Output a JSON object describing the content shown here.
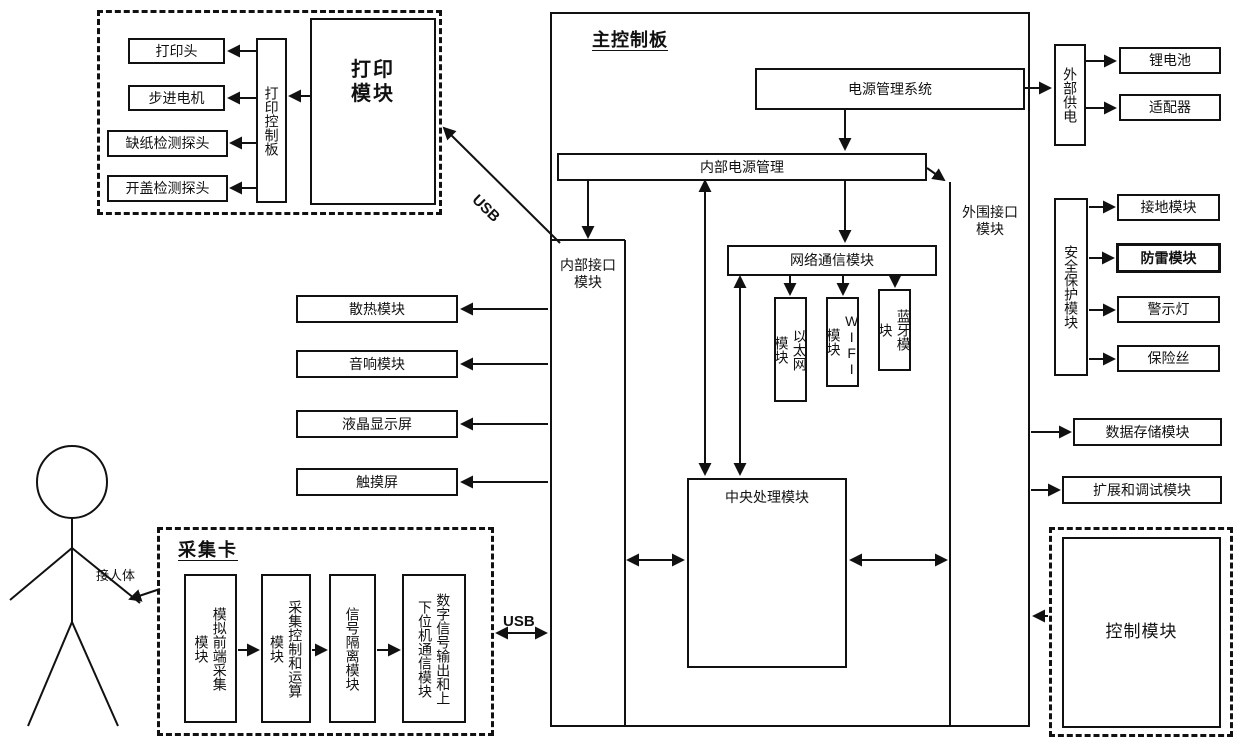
{
  "printer": {
    "print_head": "打印头",
    "stepper_motor": "步进电机",
    "paper_out_sensor": "缺纸检测探头",
    "cover_open_sensor": "开盖检测探头",
    "control_board": "打印控制板",
    "module": "打印模块"
  },
  "main_board": {
    "title": "主控制板",
    "power_mgmt": "电源管理系统",
    "internal_power": "内部电源管理",
    "internal_interface": "内部接口模块",
    "peripheral_interface": "外围接口模块",
    "network": "网络通信模块",
    "ethernet": "以太网模块",
    "wifi": "WIFI模块",
    "bluetooth": "蓝牙模块",
    "cpu": "中央处理模块"
  },
  "peripherals": {
    "cooling": "散热模块",
    "audio": "音响模块",
    "lcd": "液晶显示屏",
    "touchscreen": "触摸屏"
  },
  "power": {
    "external": "外部供电",
    "battery": "锂电池",
    "adapter": "适配器"
  },
  "safety": {
    "module": "安全保护模块",
    "grounding": "接地模块",
    "lightning": "防雷模块",
    "warning_light": "警示灯",
    "fuse": "保险丝"
  },
  "right": {
    "storage": "数据存储模块",
    "expansion": "扩展和调试模块",
    "control": "控制模块"
  },
  "acquisition": {
    "title": "采集卡",
    "analog_frontend": "模拟前端采集模块",
    "control_compute": "采集控制和运算模块",
    "isolation": "信号隔离模块",
    "digital_comm": "数字信号输出和上下位机通信模块"
  },
  "labels": {
    "usb_top": "USB",
    "usb_bottom": "USB",
    "connect_body": "接人体"
  },
  "colors": {
    "line": "#111111",
    "background": "#ffffff"
  }
}
